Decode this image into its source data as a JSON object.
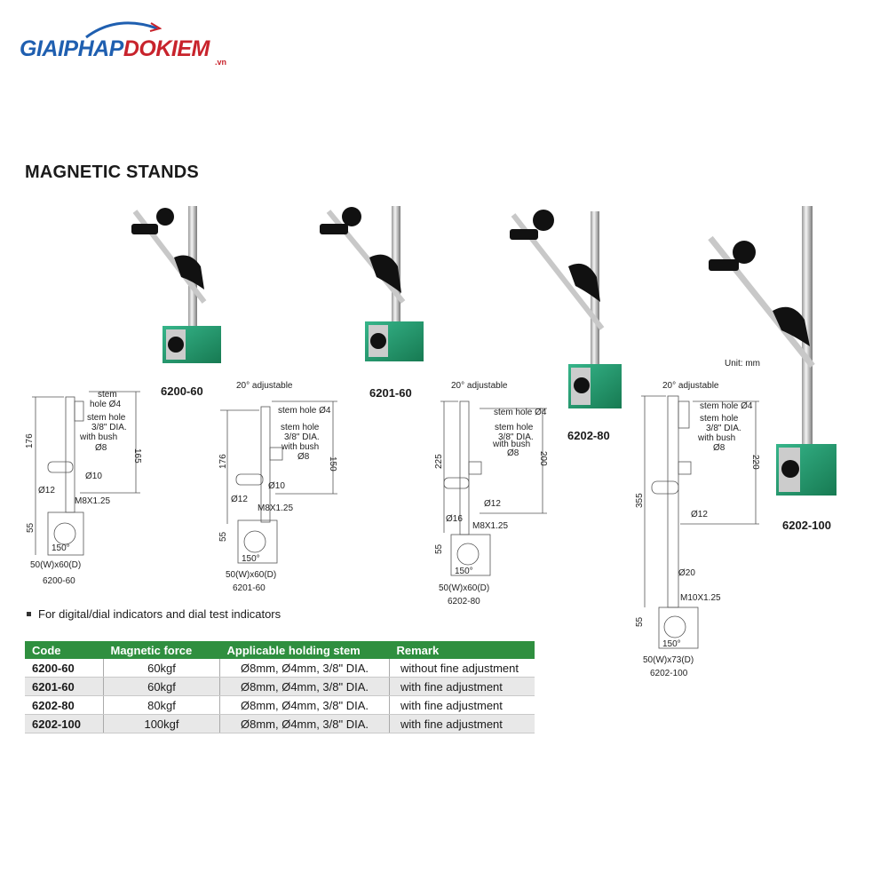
{
  "logo": {
    "part1": "GIAIPHAP",
    "part2": "DOKIEM",
    "suffix": ".vn"
  },
  "page_title": "MAGNETIC STANDS",
  "unit_label": "Unit: mm",
  "models": [
    {
      "code": "6200-60"
    },
    {
      "code": "6201-60"
    },
    {
      "code": "6202-80"
    },
    {
      "code": "6202-100"
    }
  ],
  "drawings": {
    "d1": {
      "stem": "stem",
      "hole4": "hole Ø4",
      "stem_hole": "stem  hole",
      "dia38": "3/8\" DIA.",
      "with_bush": "with bush",
      "o8": "Ø8",
      "o10": "Ø10",
      "o12": "Ø12",
      "thread": "M8X1.25",
      "h176": "176",
      "h165": "165",
      "h55": "55",
      "angle": "150°",
      "base": "50(W)x60(D)",
      "code": "6200-60"
    },
    "d2": {
      "adjust": "20° adjustable",
      "hole4": "stem hole Ø4",
      "stem_hole": "stem  hole",
      "dia38": "3/8\" DIA.",
      "with_bush": "with bush",
      "o8": "Ø8",
      "o10": "Ø10",
      "o12": "Ø12",
      "thread": "M8X1.25",
      "h176": "176",
      "h150": "150",
      "h55": "55",
      "angle": "150°",
      "base": "50(W)x60(D)",
      "code": "6201-60"
    },
    "d3": {
      "adjust": "20° adjustable",
      "hole4": "stem hole Ø4",
      "stem_hole": "stem  hole",
      "dia38": "3/8\" DIA.",
      "with_bush": "with bush",
      "o8": "Ø8",
      "o12": "Ø12",
      "o16": "Ø16",
      "thread": "M8X1.25",
      "h225": "225",
      "h200": "200",
      "h55": "55",
      "angle": "150°",
      "base": "50(W)x60(D)",
      "code": "6202-80"
    },
    "d4": {
      "adjust": "20° adjustable",
      "hole4": "stem hole Ø4",
      "stem_hole": "stem  hole",
      "dia38": "3/8\" DIA.",
      "with_bush": "with bush",
      "o8": "Ø8",
      "o12": "Ø12",
      "o20": "Ø20",
      "thread": "M10X1.25",
      "h355": "355",
      "h220": "220",
      "h55": "55",
      "angle": "150°",
      "base": "50(W)x73(D)",
      "code": "6202-100"
    }
  },
  "note": "For digital/dial indicators and dial test indicators",
  "table": {
    "headers": [
      "Code",
      "Magnetic force",
      "Applicable holding stem",
      "Remark"
    ],
    "rows": [
      [
        "6200-60",
        "60kgf",
        "Ø8mm, Ø4mm, 3/8\" DIA.",
        "without fine adjustment"
      ],
      [
        "6201-60",
        "60kgf",
        "Ø8mm, Ø4mm, 3/8\" DIA.",
        "with fine adjustment"
      ],
      [
        "6202-80",
        "80kgf",
        "Ø8mm, Ø4mm, 3/8\" DIA.",
        "with fine adjustment"
      ],
      [
        "6202-100",
        "100kgf",
        "Ø8mm, Ø4mm, 3/8\" DIA.",
        "with fine adjustment"
      ]
    ]
  },
  "colors": {
    "green": "#2f8f3f",
    "base_green": "#1f9a6a",
    "logo_blue": "#1f5fb0",
    "logo_red": "#c8232c"
  }
}
